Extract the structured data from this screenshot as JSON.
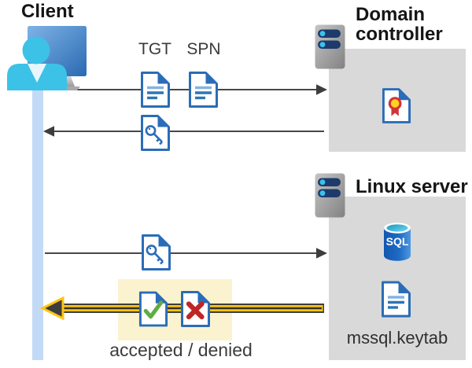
{
  "client": {
    "label": "Client"
  },
  "domain_controller": {
    "label": "Domain controller"
  },
  "linux_server": {
    "label": "Linux server",
    "database_label": "SQL",
    "keytab_file": "mssql.keytab"
  },
  "flow": {
    "tgt_label": "TGT",
    "spn_label": "SPN",
    "result_label": "accepted / denied"
  },
  "colors": {
    "doc_blue": "#2b6cb8",
    "doc_line_light": "#85b3e0",
    "box_gray": "#d9d9d9",
    "highlight_yellow": "#fbf3cf",
    "accent_yellow": "#ffc513",
    "check_green": "#5fad41",
    "cross_red": "#bf2626",
    "lifeline_blue": "#c3daf7",
    "server_navy": "#1c3a6b",
    "server_cyan": "#3ac2ee",
    "sql_blue": "#1e6ac4",
    "cert_red": "#d13438",
    "cert_yellow": "#ffd21e",
    "arrow_gray": "#474747"
  }
}
